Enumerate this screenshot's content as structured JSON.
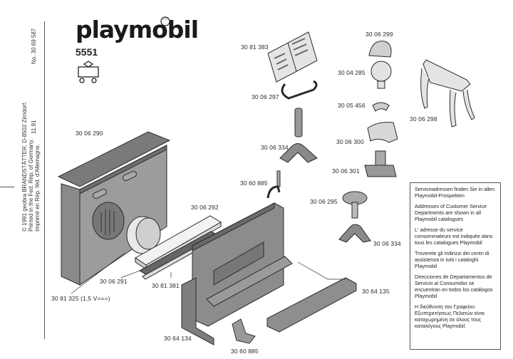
{
  "header": {
    "brand": "playmobil",
    "set_number": "5551",
    "packaging_icon": "electric-train-icon"
  },
  "sidebar": {
    "document_number": "No. 30 69 587",
    "copyright_lines": [
      "© 1991 geobra BRANDSTÄTTER, D-8502 Zirndorf.",
      "Printed in the Fed. Rep. of Germany.",
      "Imprimé en Rép. féd. d'Allemagne."
    ],
    "date": "11.91"
  },
  "parts": [
    {
      "id": "30 06 290",
      "name": "piano-back-panel"
    },
    {
      "id": "30 06 291",
      "name": "music-box-mechanism"
    },
    {
      "id": "30 81 325 (1,5 V===)",
      "name": "battery"
    },
    {
      "id": "30 81 381",
      "name": "key-strip"
    },
    {
      "id": "30 06 292",
      "name": "keyboard"
    },
    {
      "id": "30 64 134",
      "name": "piano-body"
    },
    {
      "id": "30 60 885",
      "name": "candle-holder"
    },
    {
      "id": "30 60 885",
      "name": "pedal-stand"
    },
    {
      "id": "30 64 135",
      "name": "piano-lid"
    },
    {
      "id": "30 81 383",
      "name": "sheet-music"
    },
    {
      "id": "30 06 297",
      "name": "music-stand-lyre"
    },
    {
      "id": "30 06 334",
      "name": "music-stand-base"
    },
    {
      "id": "30 06 299",
      "name": "wig"
    },
    {
      "id": "30 04 285",
      "name": "head"
    },
    {
      "id": "30 05 456",
      "name": "collar"
    },
    {
      "id": "30 06 300",
      "name": "bust-shoulders"
    },
    {
      "id": "30 06 301",
      "name": "bust-pedestal"
    },
    {
      "id": "30 06 298",
      "name": "side-table"
    },
    {
      "id": "30 06 295",
      "name": "stool-seat"
    },
    {
      "id": "30 06 334",
      "name": "stool-base"
    }
  ],
  "service_info": [
    "Serviceadressen finden Sie in allen Playmobil-Prospekten",
    "Addresses of Customer Service Departments are shown in all Playmobil catalogues",
    "L' adresse du service consommateurs est indiquée dans tous les catalogues Playmobil",
    "Troverete gli indirizzi dei centri di assistenza in tutti i cataloghi Playmobil",
    "Direcciones de Departamentos de Servicio al Consumidor se encuentran en todos los catálogos Playmobil",
    "Η διεύθυνση του Γραφείου Εξυπηρετήσεως Πελατών είναι καταχωρημένη σε όλους τους καταλόγους Playmobil."
  ],
  "colors": {
    "part_dark": "#6f6f6f",
    "part_mid": "#9a9a9a",
    "part_light": "#d8d8d8",
    "outline": "#2b2b2b"
  }
}
